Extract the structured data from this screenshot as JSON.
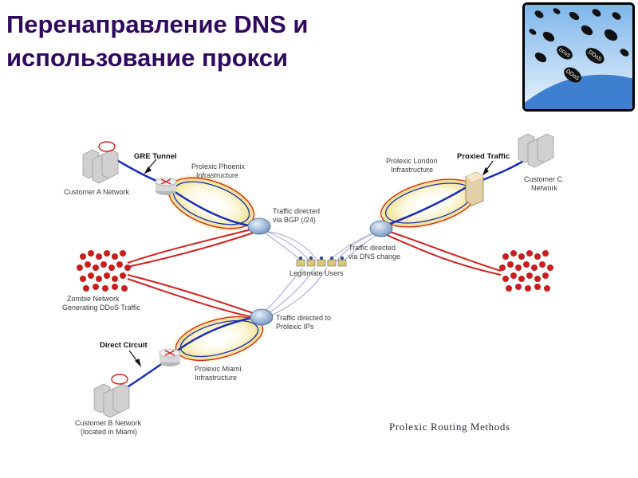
{
  "slide": {
    "title_line1": "Перенаправление DNS и",
    "title_line2": "использование прокси"
  },
  "corner_image": {
    "bomb_label": "DDoS"
  },
  "diagram": {
    "labels": {
      "gre_tunnel": "GRE Tunnel",
      "customer_a": "Customer A Network",
      "phoenix_1": "Prolexic Phoenix",
      "phoenix_2": "Infrastructure",
      "bgp_1": "Traffic directed",
      "bgp_2": "via BGP (/24)",
      "london_1": "Prolexic London",
      "london_2": "Infrastructure",
      "proxied": "Proxied Traffic",
      "customer_c_1": "Customer C",
      "customer_c_2": "Network",
      "dns_1": "Traffic directed",
      "dns_2": "via DNS change",
      "legit": "Legitimate Users",
      "zombie_1": "Zombie Network",
      "zombie_2": "Generating DDoS Traffic",
      "ips_1": "Traffic directed to",
      "ips_2": "Prolexic IPs",
      "direct": "Direct Circuit",
      "miami_1": "Prolexic Miami",
      "miami_2": "Infrastructure",
      "customer_b_1": "Customer B Network",
      "customer_b_2": "(located in Miami)",
      "caption": "Prolexic Routing Methods"
    },
    "colors": {
      "attack": "#d42020",
      "clean": "#1a2fb8",
      "legit": "#9a9ad0",
      "halo": "#f0e4a0",
      "title": "#2f0a5e",
      "sky": "#4a8fd6"
    }
  }
}
